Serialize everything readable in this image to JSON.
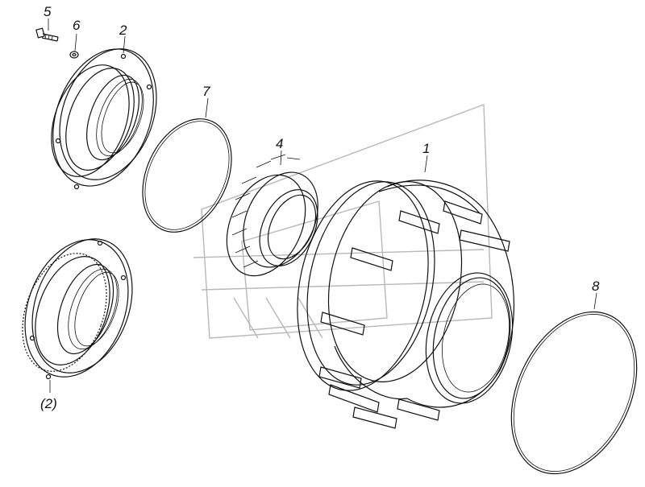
{
  "diagram": {
    "labels": {
      "part1": "1",
      "part2": "2",
      "part2_alt": "(2)",
      "part4": "4",
      "part5": "5",
      "part6": "6",
      "part7": "7",
      "part8": "8"
    },
    "colors": {
      "line": "#111111",
      "watermark": "#b8b8b8",
      "background": "#ffffff"
    }
  }
}
